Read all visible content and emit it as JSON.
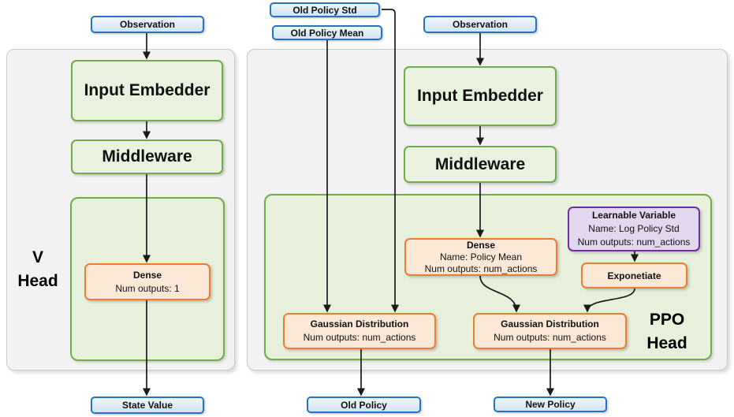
{
  "v_head": {
    "panel_label": [
      "V",
      "Head"
    ],
    "observation": "Observation",
    "input_embedder": "Input Embedder",
    "middleware": "Middleware",
    "dense": {
      "title": "Dense",
      "outputs": "Num outputs: 1"
    },
    "state_value": "State Value"
  },
  "ppo_head": {
    "panel_label": [
      "PPO",
      "Head"
    ],
    "inputs": {
      "old_policy_std": "Old Policy Std",
      "old_policy_mean": "Old Policy Mean",
      "observation": "Observation"
    },
    "input_embedder": "Input Embedder",
    "middleware": "Middleware",
    "dense": {
      "title": "Dense",
      "name": "Name: Policy Mean",
      "outputs": "Num outputs: num_actions"
    },
    "learnable_variable": {
      "title": "Learnable Variable",
      "name": "Name: Log Policy Std",
      "outputs": "Num outputs: num_actions"
    },
    "exponetiate": "Exponetiate",
    "gaussian_old": {
      "title": "Gaussian Distribution",
      "outputs": "Num outputs: num_actions"
    },
    "gaussian_new": {
      "title": "Gaussian Distribution",
      "outputs": "Num outputs: num_actions"
    },
    "outputs": {
      "old_policy": "Old Policy",
      "new_policy": "New Policy"
    }
  },
  "colors": {
    "panel_fill": "#f2f2f2",
    "panel_border": "#c9c9c9",
    "green_border": "#70ad47",
    "green_fill": "#e9f2df",
    "green_container_fill": "#e6f0db",
    "orange_border": "#ed7d31",
    "orange_fill": "#fce8d6",
    "purple_border": "#7030a0",
    "purple_fill": "#e3d7ef",
    "blue_border": "#2374c4",
    "arrow": "#1a1a1a"
  }
}
